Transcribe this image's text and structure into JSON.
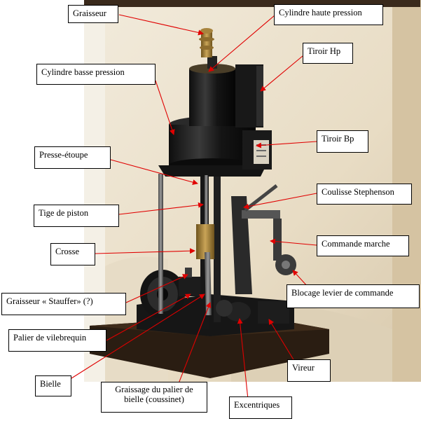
{
  "labels": {
    "graisseur": "Graisseur",
    "cylindre_hp": "Cylindre haute pression",
    "tiroir_hp": "Tiroir Hp",
    "cylindre_bp": "Cylindre basse pression",
    "tiroir_bp": "Tiroir Bp",
    "presse_etoupe": "Presse-étoupe",
    "coulisse": "Coulisse Stephenson",
    "tige_piston": "Tige de piston",
    "commande_marche": "Commande marche",
    "crosse": "Crosse",
    "blocage_levier": "Blocage levier de commande",
    "graisseur_stauffer": "Graisseur « Stauffer» (?)",
    "palier_vilebrequin": "Palier de vilebrequin",
    "vireur": "Vireur",
    "bielle": "Bielle",
    "graissage_palier": "Graissage du palier de bielle (coussinet)",
    "excentriques": "Excentriques"
  },
  "colors": {
    "arrow": "#e00000",
    "photo_background": "#ece3cf",
    "machine_dark": "#1b1b1b",
    "brass": "#b08a3c"
  }
}
